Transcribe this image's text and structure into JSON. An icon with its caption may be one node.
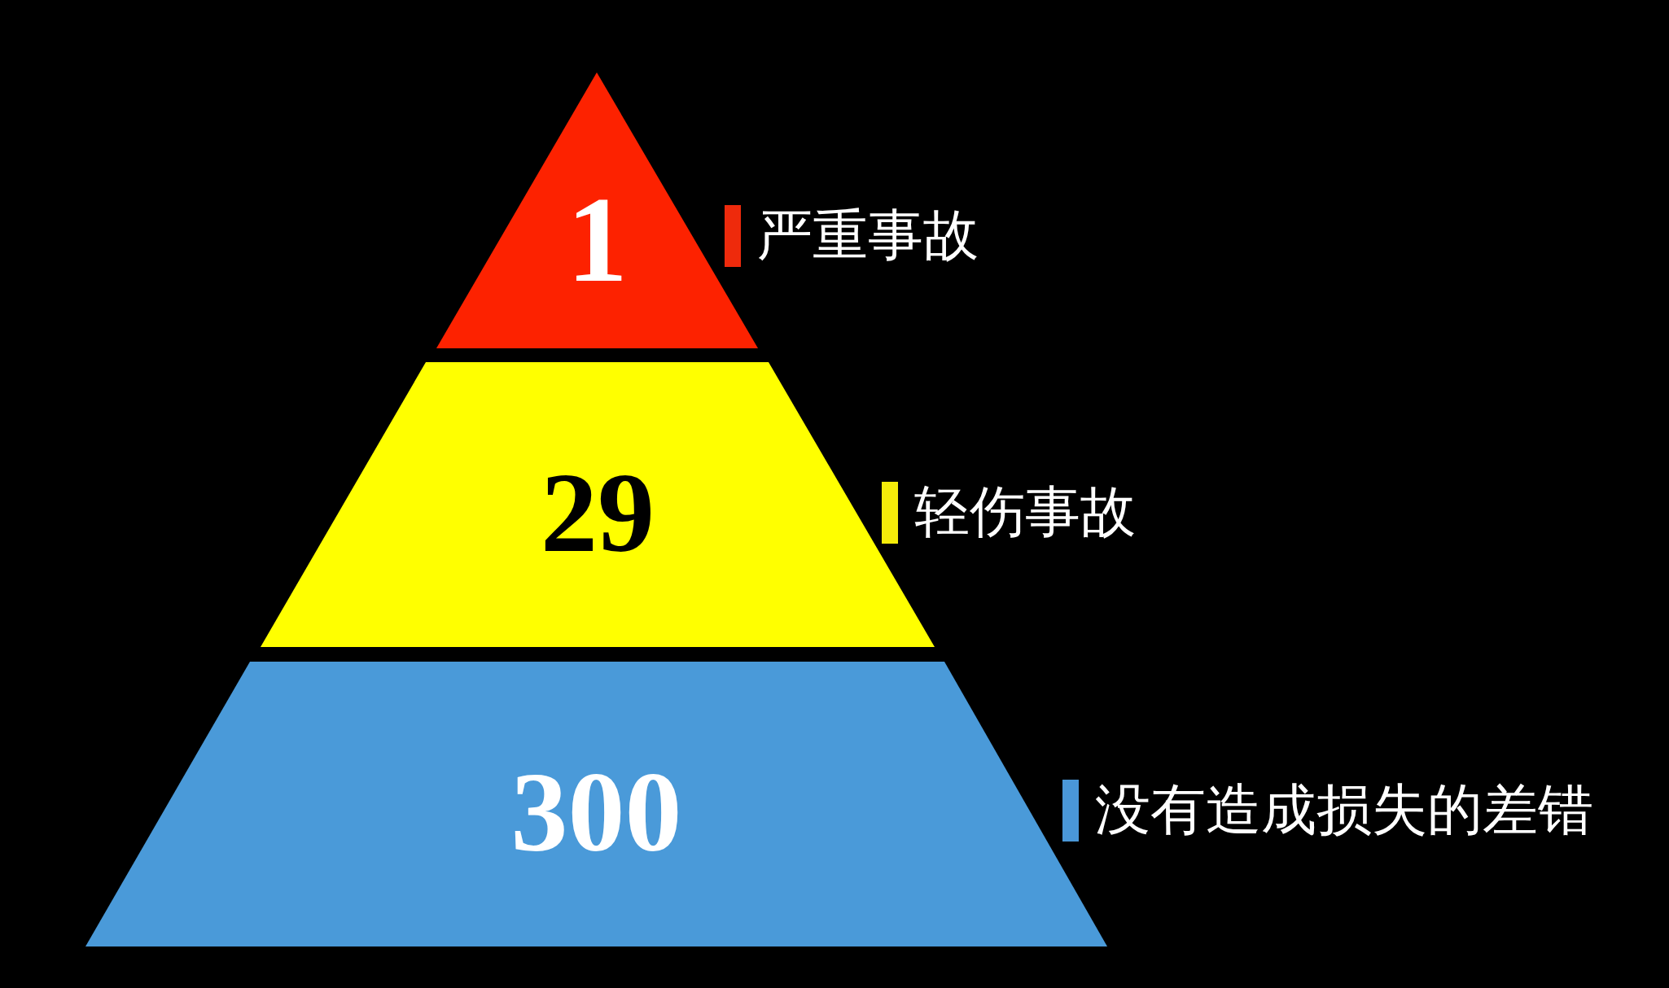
{
  "diagram": {
    "nodes": [
      {
        "text": [
          "1"
        ]
      },
      {
        "text": [
          "29"
        ]
      },
      {
        "text": [
          "300"
        ]
      }
    ],
    "edges": [],
    "legend": [
      {
        "text": "严重事故",
        "color": "#ee2a0c"
      },
      {
        "text": "轻伤事故",
        "color": "#f5ec0a"
      },
      {
        "text": "没有造成损失的差错",
        "color": "#4a97d8"
      }
    ]
  }
}
